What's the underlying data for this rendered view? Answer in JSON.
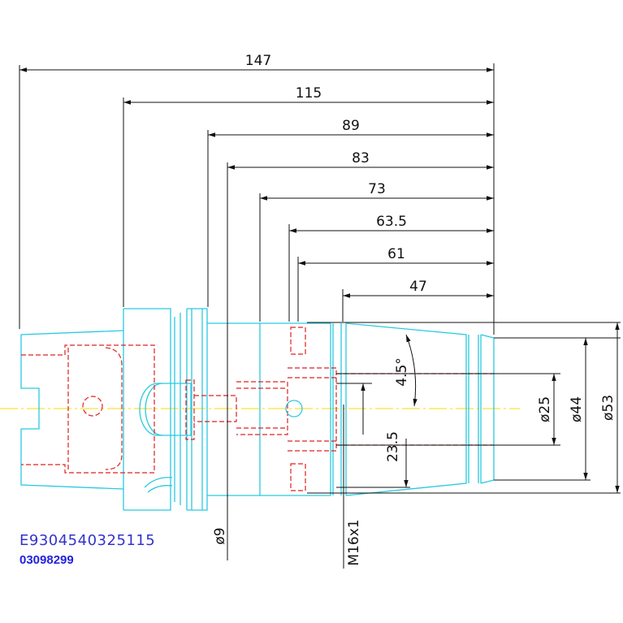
{
  "drawing": {
    "colors": {
      "outline": "#29c9df",
      "hidden": "#e02020",
      "centerline": "#ffd800",
      "dimension": "#111111",
      "part_code": "#3333cc",
      "order_code": "#2222dd"
    },
    "dimensions": {
      "total_length": "147",
      "flange_length": "115",
      "length_89": "89",
      "length_83": "83",
      "length_73": "73",
      "length_63_5": "63.5",
      "length_61": "61",
      "length_47": "47",
      "taper_angle": "4.5°",
      "dia_25": "ø25",
      "dia_44": "ø44",
      "dia_53": "ø53",
      "bore_depth": "23.5",
      "dia_9": "ø9",
      "thread": "M16x1"
    },
    "part_code": "E9304540325115",
    "order_code": "03098299"
  }
}
